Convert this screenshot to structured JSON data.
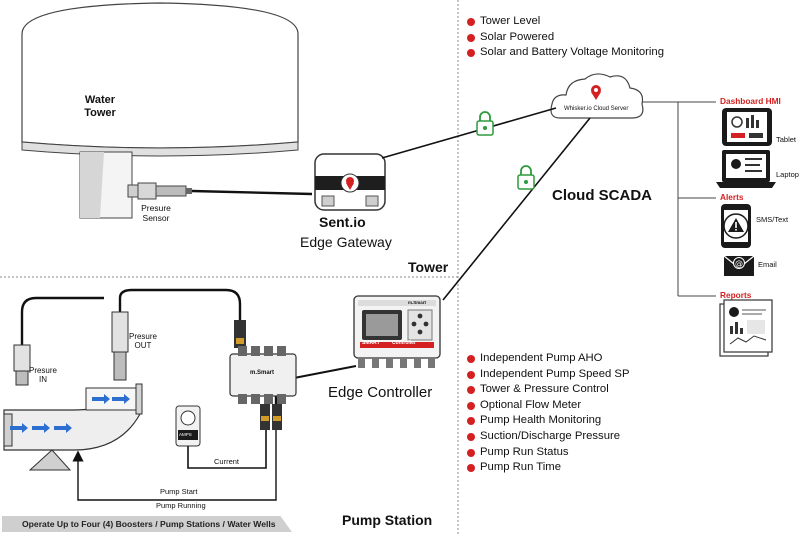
{
  "tower": {
    "tank_label_line1": "Water",
    "tank_label_line2": "Tower",
    "sensor_label_line1": "Presure",
    "sensor_label_line2": "Sensor",
    "section_title": "Tower"
  },
  "gateway": {
    "name": "Sent.io",
    "subtitle": "Edge Gateway"
  },
  "cloud": {
    "server_label": "Whisker.io Cloud Server",
    "scada_title": "Cloud SCADA"
  },
  "tower_features": [
    "Tower Level",
    "Solar Powered",
    "Solar and Battery Voltage Monitoring"
  ],
  "devices": {
    "dashboard_title": "Dashboard HMI",
    "tablet_label": "Tablet",
    "laptop_label": "Laptop",
    "alerts_title": "Alerts",
    "sms_label": "SMS/Text",
    "email_label": "Email",
    "reports_title": "Reports"
  },
  "pump_station": {
    "presure_in_line1": "Presure",
    "presure_in_line2": "IN",
    "presure_out_line1": "Presure",
    "presure_out_line2": "OUT",
    "hub_brand": "m.Smart",
    "current_label": "Current",
    "pump_start_label": "Pump Start",
    "pump_running_label": "Pump Running",
    "ct_label": "AMPS",
    "section_title": "Pump Station",
    "banner": "Operate Up to Four (4) Boosters / Pump Stations / Water Wells"
  },
  "controller": {
    "label": "Edge Controller",
    "brand": "m.Smart",
    "model_left": "SMART",
    "model_right": "Controller"
  },
  "pump_features": [
    "Independent Pump AHO",
    "Independent Pump Speed SP",
    "Tower & Pressure Control",
    "Optional Flow Meter",
    "Pump Health Monitoring",
    "Suction/Discharge Pressure",
    "Pump Run Status",
    "Pump Run Time"
  ],
  "colors": {
    "accent_red": "#d42020",
    "line_dark": "#111111",
    "lock_green": "#2e9a3e",
    "arrow_blue": "#2d6fd1",
    "dashed_border": "#888888"
  }
}
